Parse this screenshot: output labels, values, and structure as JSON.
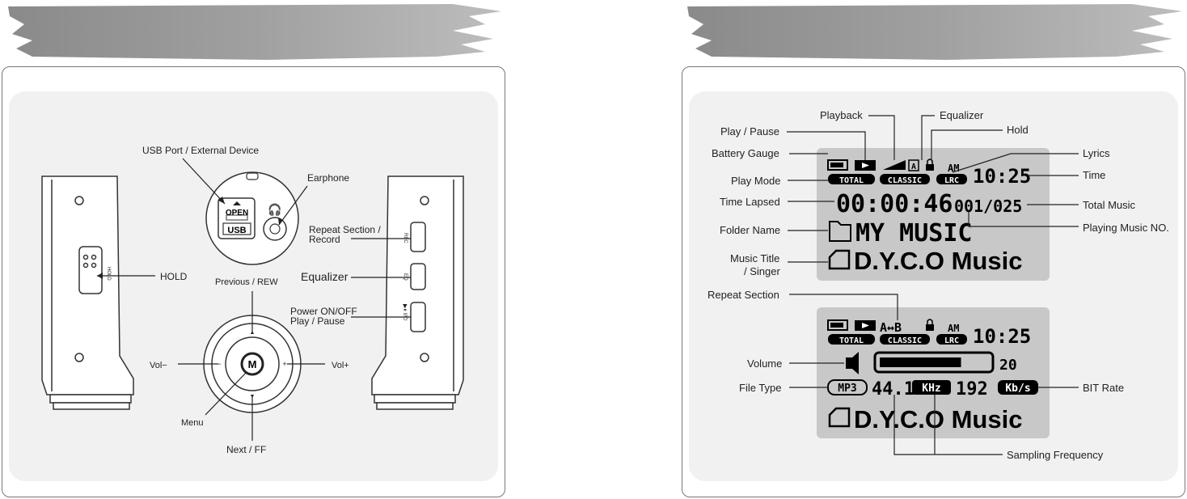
{
  "left_labels": {
    "usb_port": "USB Port / External Device",
    "earphone": "Earphone",
    "open": "OPEN",
    "usb": "USB",
    "hold": "HOLD",
    "hold_side": "HOLD",
    "repeat_section": "Repeat Section /",
    "record": "Record",
    "rec_side": "REC",
    "equalizer": "Equalizer",
    "eq_side": "EQ",
    "power": "Power ON/OFF",
    "play_pause": "Play / Pause",
    "previous": "Previous / REW",
    "vol_minus": "Vol−",
    "vol_plus": "Vol+",
    "menu": "Menu",
    "next": "Next / FF",
    "menu_button": "M"
  },
  "right_labels": {
    "playback": "Playback",
    "equalizer": "Equalizer",
    "play_pause": "Play / Pause",
    "hold": "Hold",
    "battery_gauge": "Battery Gauge",
    "lyrics": "Lyrics",
    "play_mode": "Play Mode",
    "time": "Time",
    "time_lapsed": "Time Lapsed",
    "total_music": "Total Music",
    "folder_name": "Folder Name",
    "playing_music_no": "Playing Music NO.",
    "music_title": "Music Title",
    "singer": "/ Singer",
    "repeat_section": "Repeat Section",
    "volume": "Volume",
    "file_type": "File Type",
    "bit_rate": "BIT Rate",
    "sampling_frequency": "Sampling Frequency"
  },
  "lcd1": {
    "total": "TOTAL",
    "classic": "CLASSIC",
    "lrc": "LRC",
    "ampm": "AM",
    "clock": "10:25",
    "elapsed": "00:00:46",
    "track": "001/025",
    "folder": "MY MUSIC",
    "title": "D.Y.C.O Music",
    "eq_letter": "A"
  },
  "lcd2": {
    "repeat": "A↔B",
    "total": "TOTAL",
    "classic": "CLASSIC",
    "lrc": "LRC",
    "ampm": "AM",
    "clock": "10:25",
    "volume_value": "20",
    "volume_level": 0.75,
    "file_type": "MP3",
    "sampling": "44.1",
    "khz": "KHz",
    "bitrate": "192",
    "kbs": "Kb/s",
    "title": "D.Y.C.O Music"
  }
}
